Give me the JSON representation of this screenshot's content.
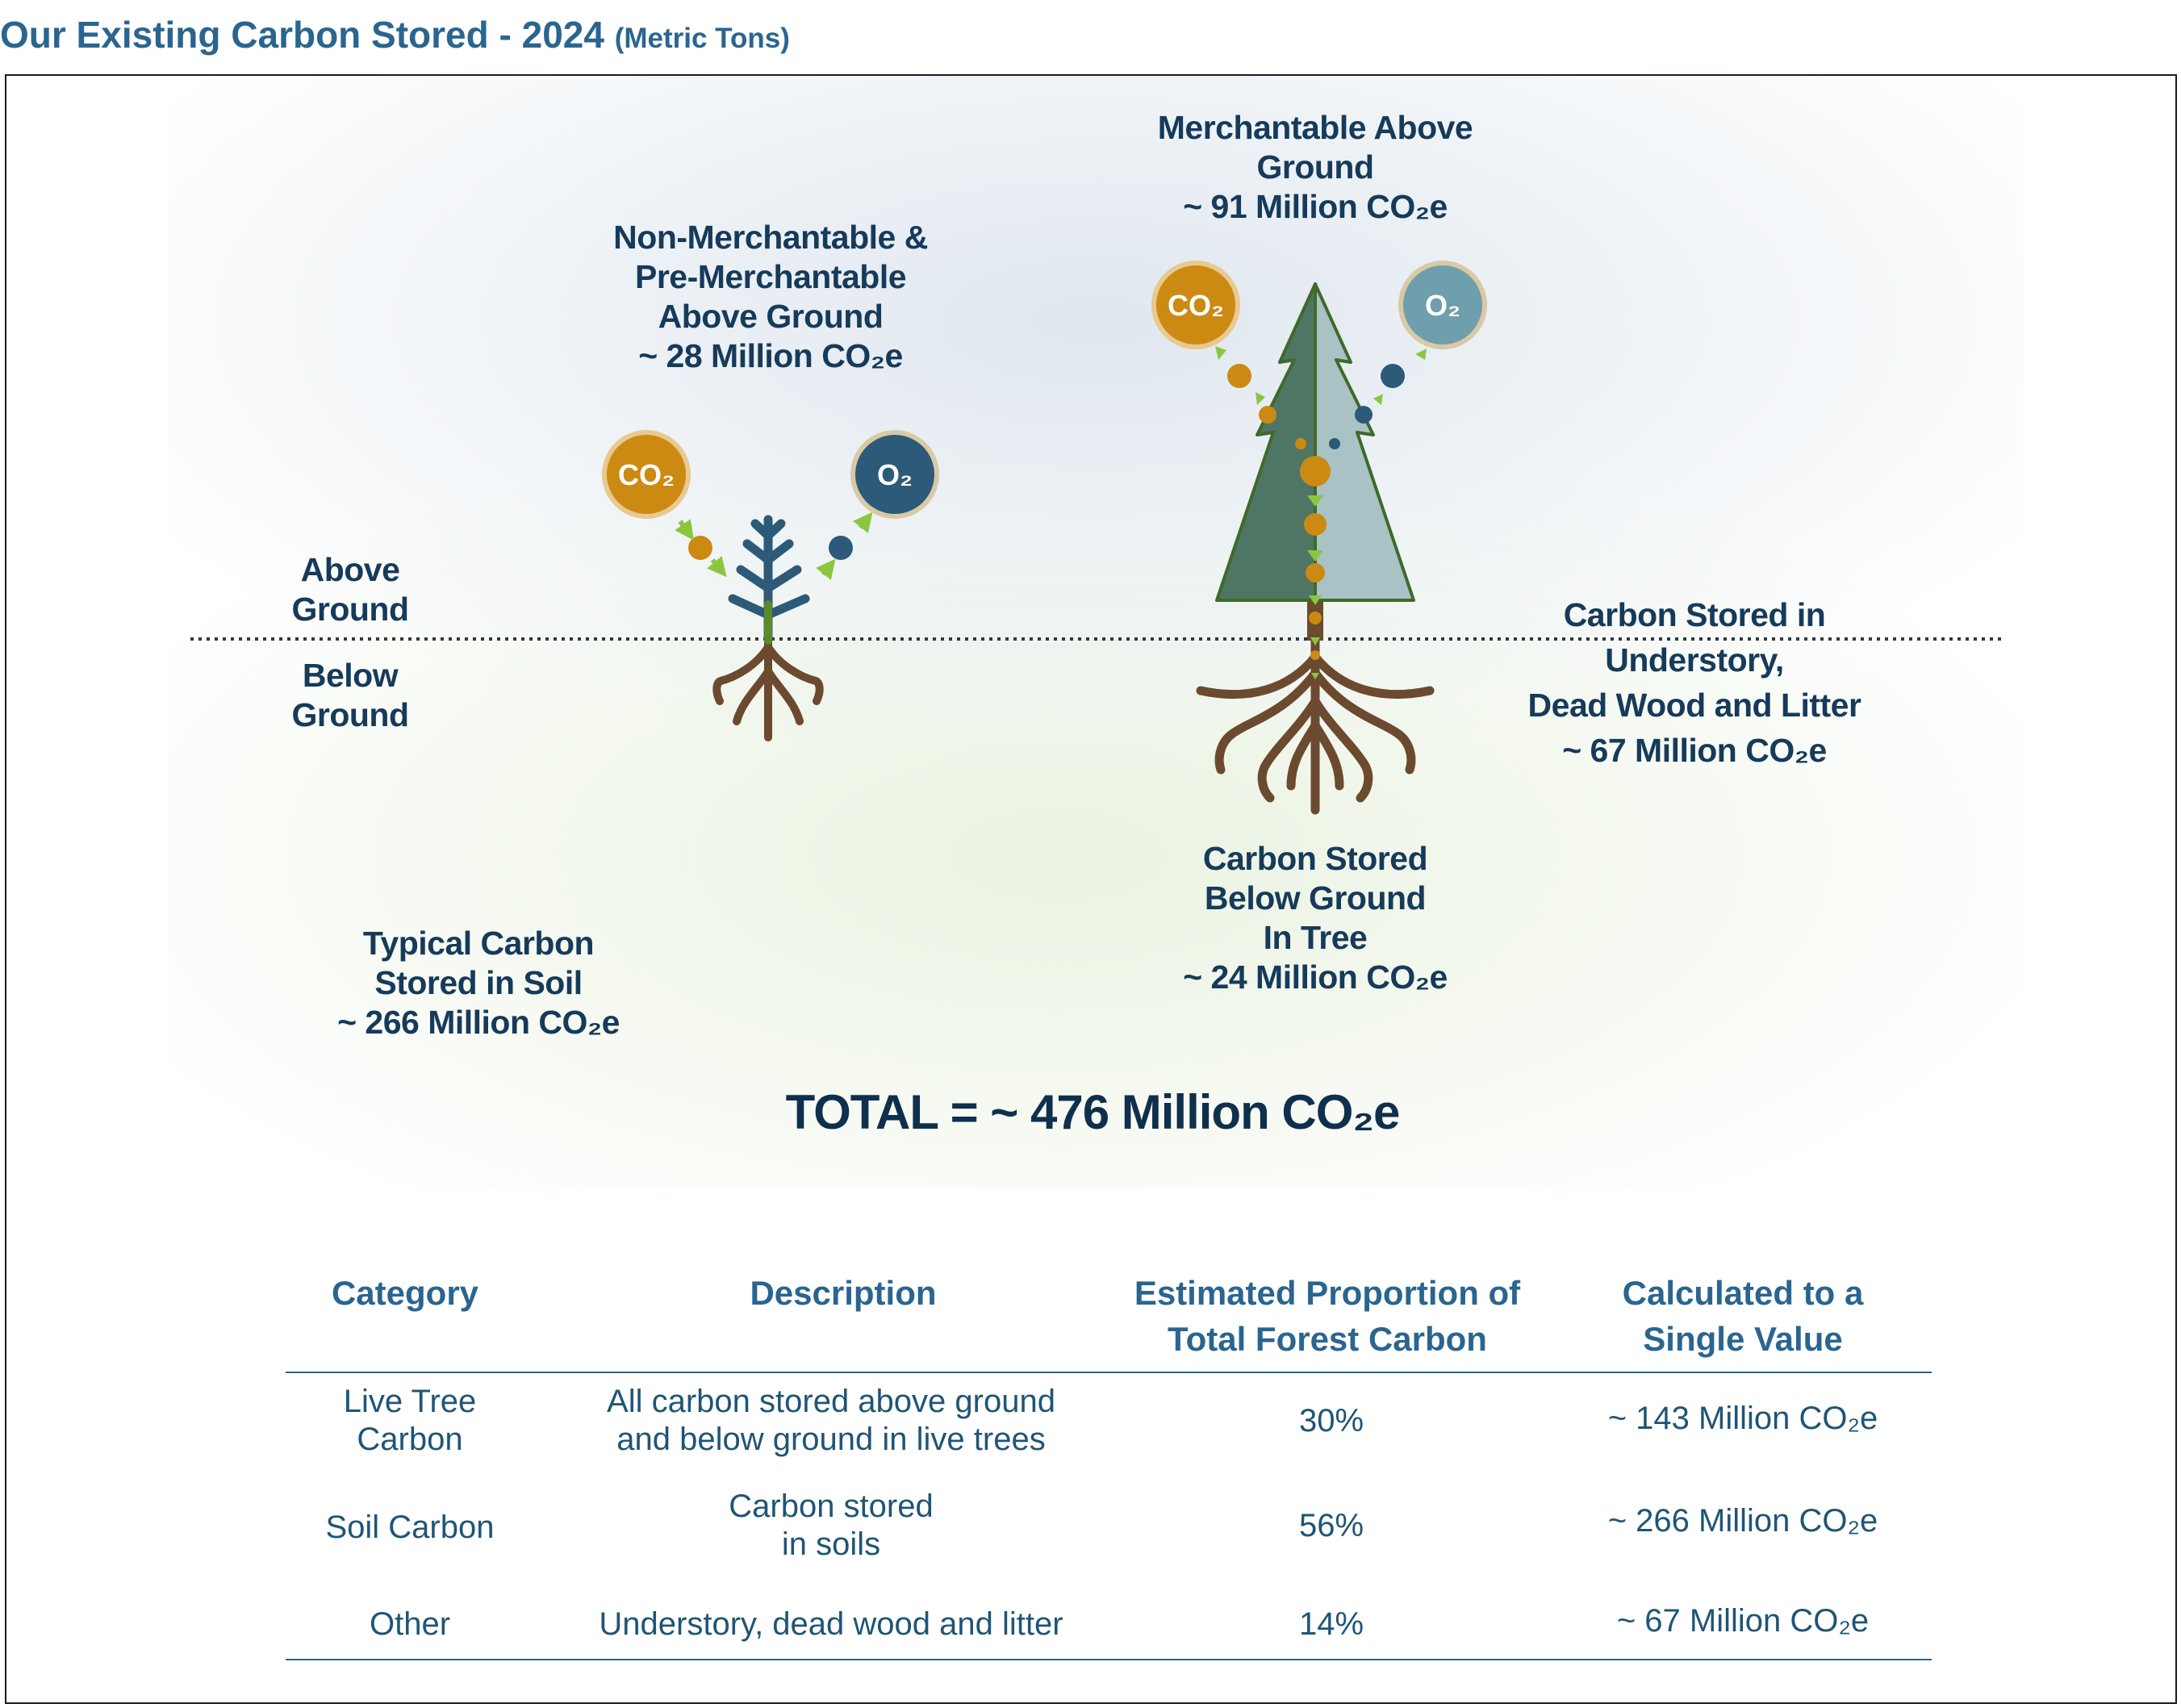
{
  "title": {
    "main": "Our Existing Carbon Stored - 2024",
    "unit": "(Metric Tons)"
  },
  "diagram": {
    "merchantable": [
      "Merchantable Above",
      "Ground",
      "~ 91 Million CO₂e"
    ],
    "non_merchantable": [
      "Non-Merchantable &",
      "Pre-Merchantable",
      "Above Ground",
      "~ 28 Million CO₂e"
    ],
    "above_ground": [
      "Above",
      "Ground"
    ],
    "below_ground": [
      "Below",
      "Ground"
    ],
    "understory": [
      "Carbon Stored in",
      "Understory,",
      "Dead Wood and Litter",
      "~ 67 Million CO₂e"
    ],
    "below_tree": [
      "Carbon Stored",
      "Below Ground",
      "In Tree",
      "~ 24 Million CO₂e"
    ],
    "soil": [
      "Typical Carbon",
      "Stored in Soil",
      "~ 266 Million CO₂e"
    ],
    "bubbles": {
      "small_co2": "CO₂",
      "small_o2": "O₂",
      "large_co2": "CO₂",
      "large_o2": "O₂"
    },
    "total": "TOTAL = ~ 476 Million CO₂e",
    "colors": {
      "co2": "#cc8a12",
      "o2_small": "#2c5a78",
      "o2_large": "#6f9ead",
      "tree_dark": "#4f7565",
      "tree_light": "#a9c2c6",
      "root": "#6b4a2f",
      "seedling": "#2c5a78",
      "arrow": "#8cc63f",
      "text": "#163a5a",
      "table_header": "#2a6590"
    }
  },
  "table": {
    "headers": [
      [
        "Category"
      ],
      [
        "Description"
      ],
      [
        "Estimated Proportion of",
        "Total Forest Carbon"
      ],
      [
        "Calculated to a",
        "Single Value"
      ]
    ],
    "rows": [
      {
        "category": [
          "Live Tree",
          "Carbon"
        ],
        "description": [
          "All carbon stored above ground",
          "and below ground in live trees"
        ],
        "proportion": "30%",
        "value": "~ 143 Million CO₂e"
      },
      {
        "category": [
          "Soil Carbon"
        ],
        "description": [
          "Carbon stored",
          "in soils"
        ],
        "proportion": "56%",
        "value": "~ 266 Million CO₂e"
      },
      {
        "category": [
          "Other"
        ],
        "description": [
          "Understory, dead wood and litter"
        ],
        "proportion": "14%",
        "value": "~ 67 Million CO₂e"
      }
    ]
  }
}
